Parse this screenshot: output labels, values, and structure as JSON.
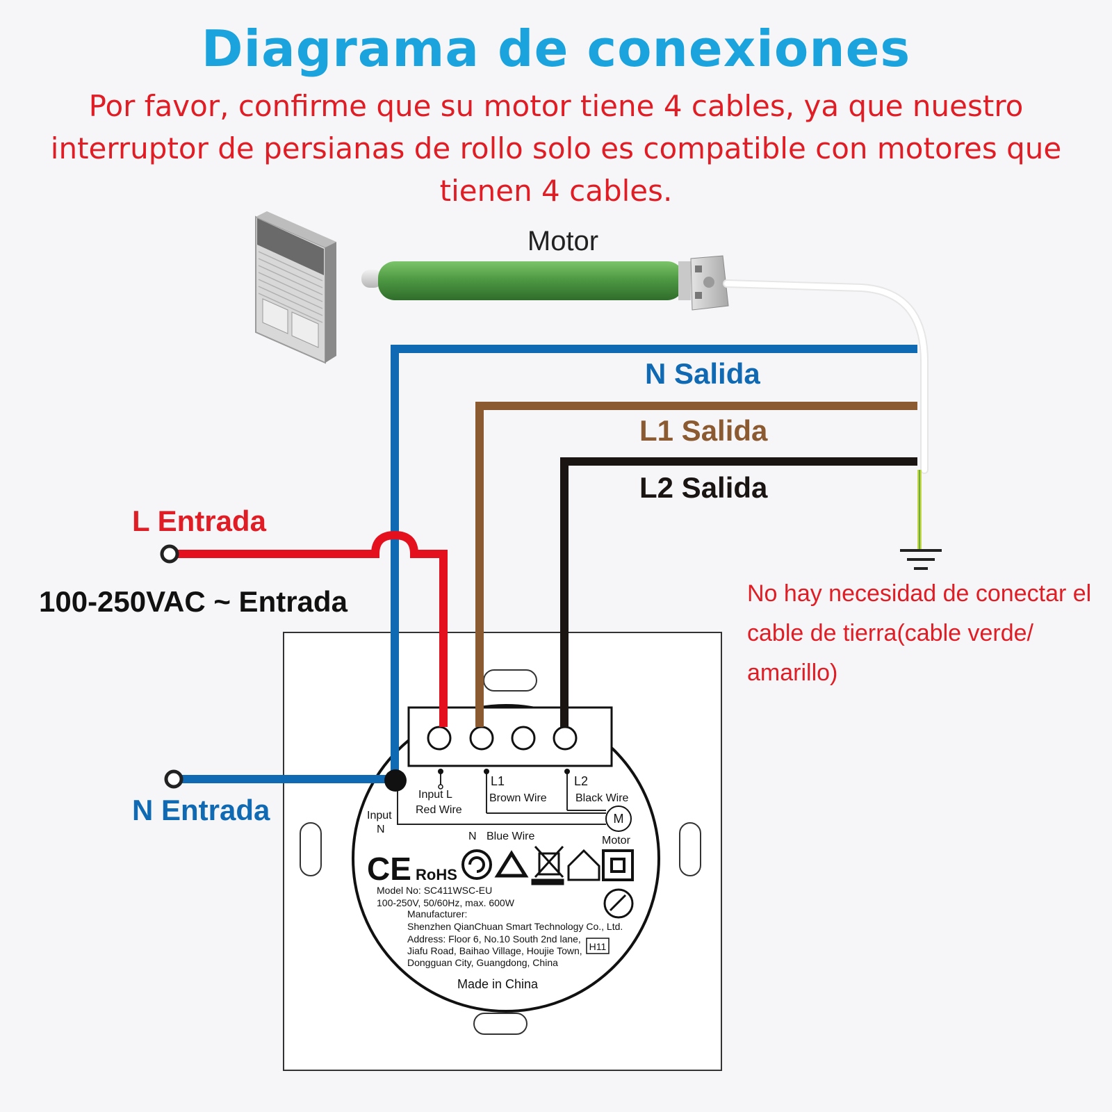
{
  "title": "Diagrama de conexiones",
  "subtitle": "Por favor, confirme que su motor tiene 4 cables, ya que nuestro interruptor de persianas de rollo solo es compatible con motores que tienen 4 cables.",
  "motor_label": "Motor",
  "wires": {
    "n_out": "N Salida",
    "l1_out": "L1 Salida",
    "l2_out": "L2 Salida",
    "l_in": "L Entrada",
    "voltage_in": "100-250VAC ~ Entrada",
    "n_in": "N Entrada"
  },
  "ground_note": "No hay necesidad de conectar el cable de tierra(cable verde/ amarillo)",
  "device": {
    "input_l": "Input L",
    "red_wire": "Red Wire",
    "l1": "L1",
    "brown_wire": "Brown Wire",
    "l2": "L2",
    "black_wire": "Black Wire",
    "input": "Input",
    "n": "N",
    "n_blue": "N",
    "blue_wire": "Blue Wire",
    "motor_symbol": "M",
    "motor_text": "Motor",
    "ce_mark": "CE",
    "rohs_mark": "RoHS",
    "model": "Model No: SC411WSC-EU",
    "rating": "100-250V, 50/60Hz, max. 600W",
    "manufacturer_label": "Manufacturer:",
    "manufacturer": "Shenzhen QianChuan Smart Technology Co., Ltd.",
    "address1": "Address: Floor 6, No.10 South 2nd lane,",
    "address2": "Jiafu Road, Baihao Village, Houjie Town,",
    "address3": "Dongguan City, Guangdong, China",
    "h11": "H11",
    "made_in": "Made in China"
  },
  "colors": {
    "title": "#1aa3dd",
    "red_text": "#e01c24",
    "neutral_wire": "#0f69b3",
    "live_wire": "#e5101e",
    "l1_wire": "#8c5a30",
    "l2_wire": "#1a1412",
    "motor_body": "#4f9a44",
    "ground_wire": "#c7d94a"
  }
}
